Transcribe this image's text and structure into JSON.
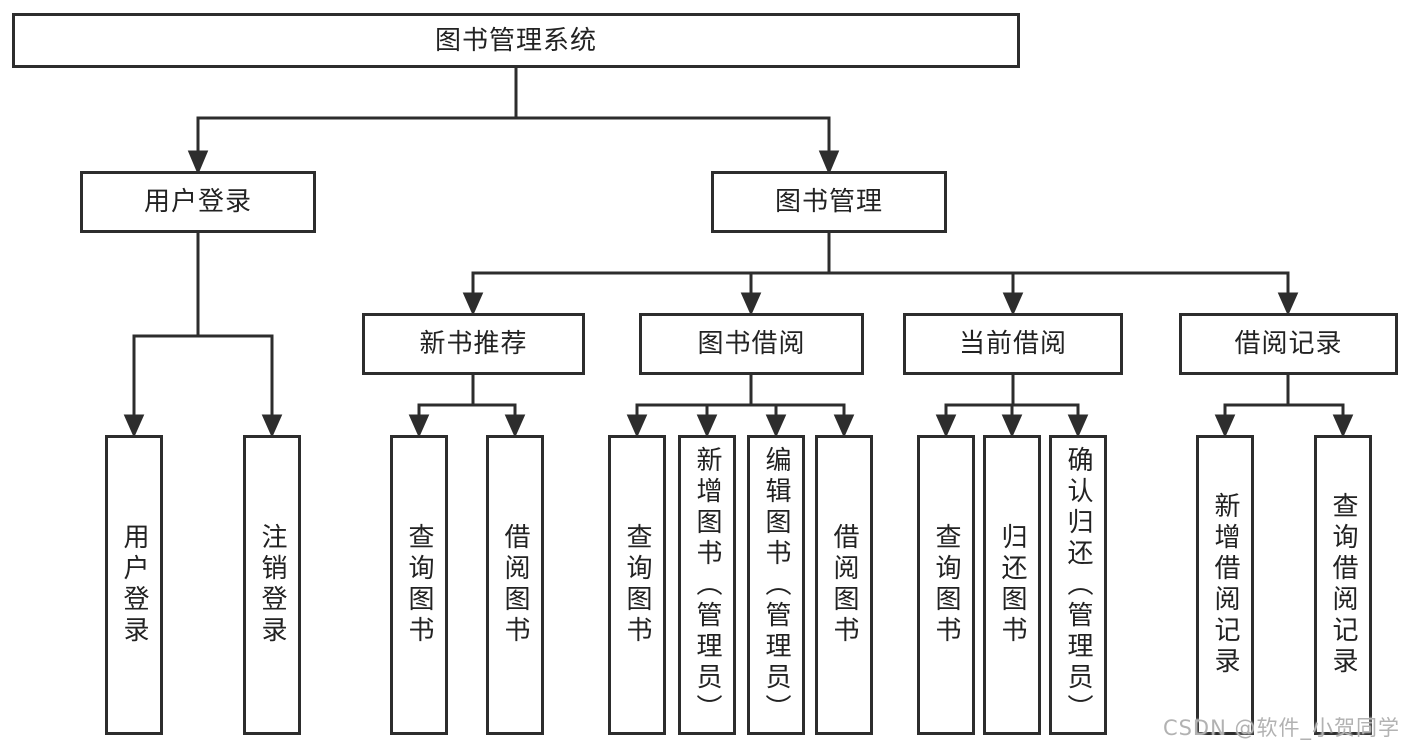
{
  "diagram": {
    "root": {
      "label": "图书管理系统"
    },
    "children": [
      {
        "label": "用户登录",
        "children": [
          {
            "label": "用户登录"
          },
          {
            "label": "注销登录"
          }
        ]
      },
      {
        "label": "图书管理",
        "children": [
          {
            "label": "新书推荐",
            "children": [
              {
                "label": "查询图书"
              },
              {
                "label": "借阅图书"
              }
            ]
          },
          {
            "label": "图书借阅",
            "children": [
              {
                "label": "查询图书"
              },
              {
                "label": "新增图书（管理员）"
              },
              {
                "label": "编辑图书（管理员）"
              },
              {
                "label": "借阅图书"
              }
            ]
          },
          {
            "label": "当前借阅",
            "children": [
              {
                "label": "查询图书"
              },
              {
                "label": "归还图书"
              },
              {
                "label": "确认归还（管理员）"
              }
            ]
          },
          {
            "label": "借阅记录",
            "children": [
              {
                "label": "新增借阅记录"
              },
              {
                "label": "查询借阅记录"
              }
            ]
          }
        ]
      }
    ]
  },
  "watermark": {
    "text": "CSDN @软件_小贺同学"
  },
  "colors": {
    "line": "#2d2d2d",
    "box_border": "#2d2d2d",
    "text": "#222222",
    "background": "#ffffff",
    "watermark": "#b2b2b2"
  }
}
